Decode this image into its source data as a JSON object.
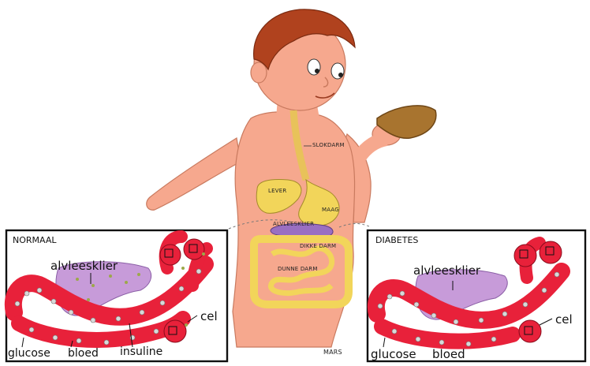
{
  "organs": {
    "slokdarm": "SLOKDARM",
    "lever": "LEVER",
    "maag": "MAAG",
    "alvleesklier": "ALVLEESKLIER",
    "dunne_darm": "DUNNE DARM",
    "dikke_darm": "DIKKE DARM"
  },
  "signature": "MARS",
  "normaal_panel": {
    "title": "NORMAAL",
    "labels": {
      "alvleesklier": "alvleesklier",
      "cel": "cel",
      "glucose": "glucose",
      "bloed": "bloed",
      "insuline": "insuline"
    }
  },
  "diabetes_panel": {
    "title": "DIABETES",
    "labels": {
      "alvleesklier": "alvleesklier",
      "cel": "cel",
      "glucose": "glucose",
      "bloed": "bloed"
    }
  },
  "colors": {
    "skin": "#f6a88e",
    "hair": "#b0421e",
    "blood": "#e8213a",
    "pancreas": "#c79bd9",
    "organ_yellow": "#f2d55a",
    "stomach_purple": "#9a6fc2"
  }
}
